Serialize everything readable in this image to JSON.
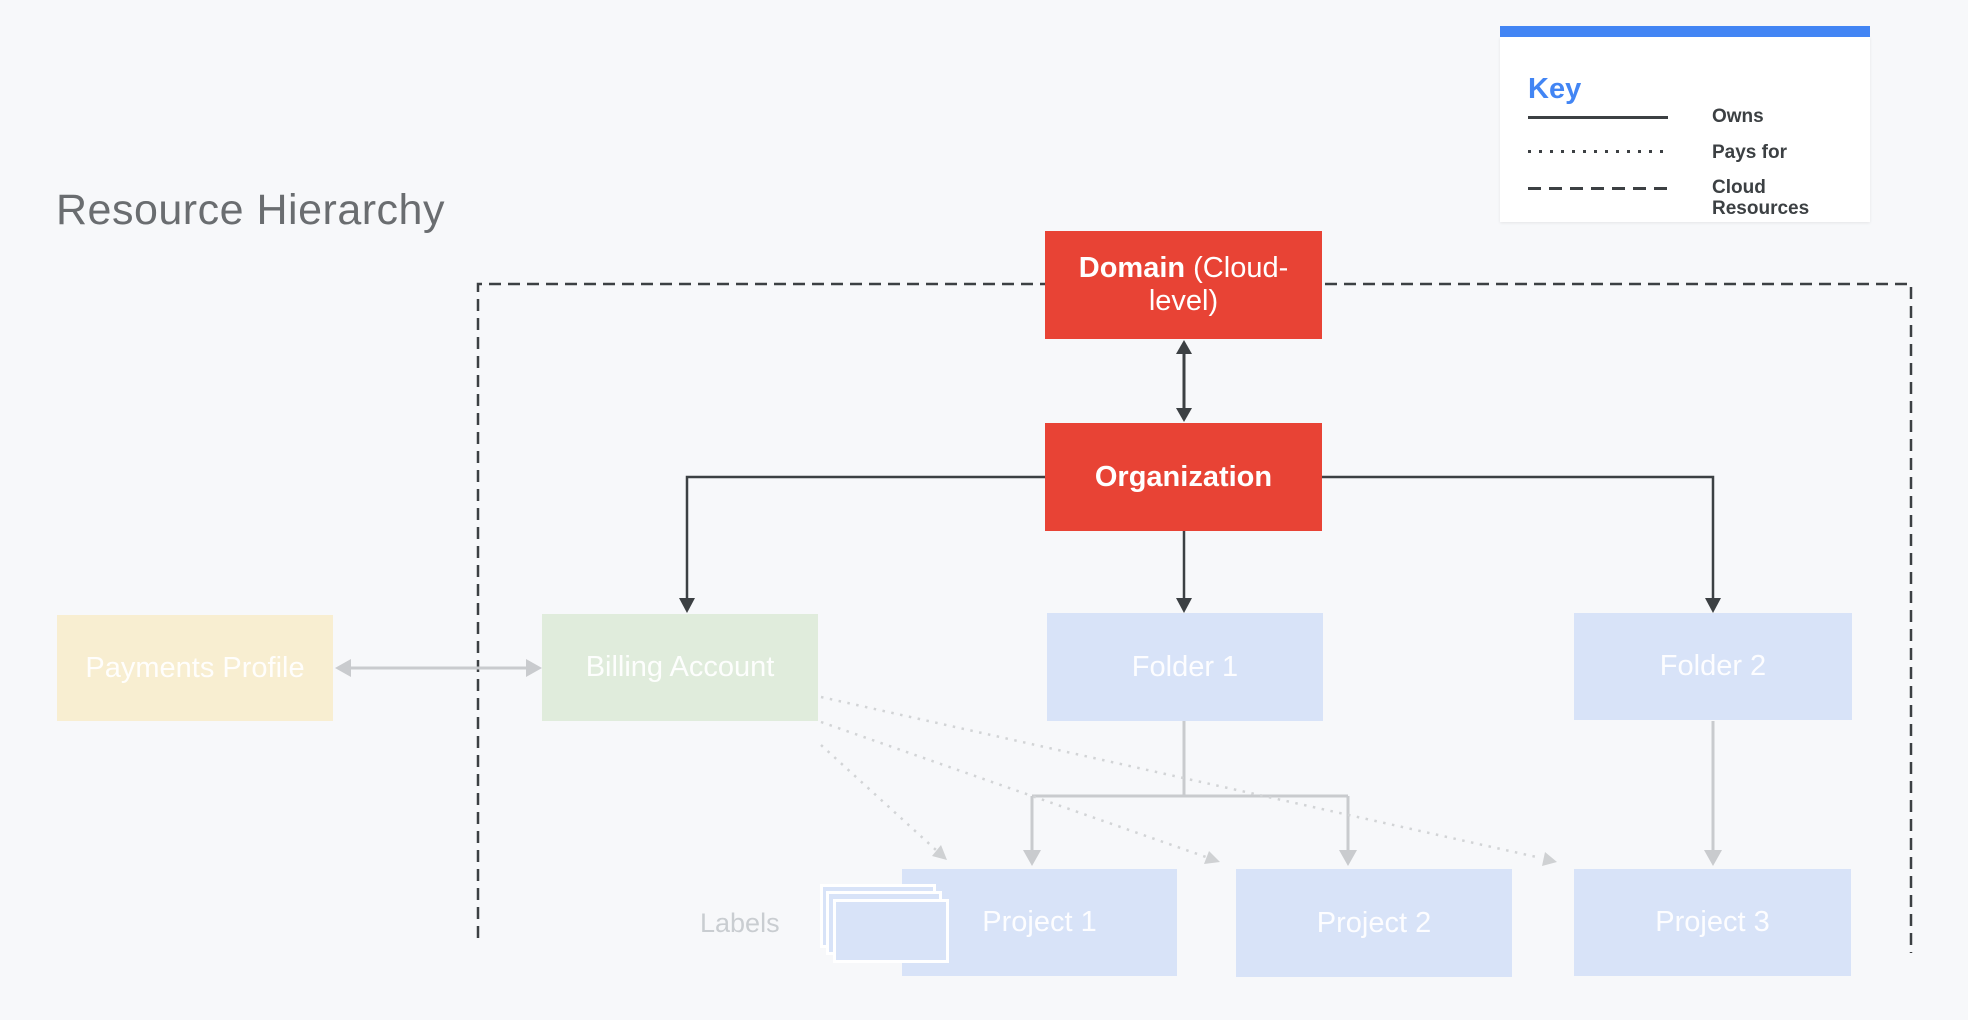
{
  "title": "Resource Hierarchy",
  "key": {
    "title": "Key",
    "items": [
      {
        "style": "solid",
        "label": "Owns"
      },
      {
        "style": "dotted",
        "label": "Pays for"
      },
      {
        "style": "dashed",
        "label": "Cloud Resources"
      }
    ]
  },
  "nodes": {
    "domain": {
      "bold": "Domain",
      "suffix": " (Cloud-level)"
    },
    "organization": {
      "label": "Organization"
    },
    "payments_profile": {
      "label": "Payments Profile"
    },
    "billing_account": {
      "label": "Billing Account"
    },
    "folder1": {
      "label": "Folder 1"
    },
    "folder2": {
      "label": "Folder 2"
    },
    "project1": {
      "label": "Project 1"
    },
    "project2": {
      "label": "Project 2"
    },
    "project3": {
      "label": "Project 3"
    }
  },
  "annotations": {
    "labels": "Labels"
  },
  "colors": {
    "background": "#f7f8fa",
    "node_red": "#e84335",
    "node_blue": "#d8e3f8",
    "node_green": "#e0ecdc",
    "node_cream": "#f8eed1",
    "key_accent": "#4285f4",
    "dark_line": "#3c4043",
    "light_line": "#c9cbce"
  }
}
